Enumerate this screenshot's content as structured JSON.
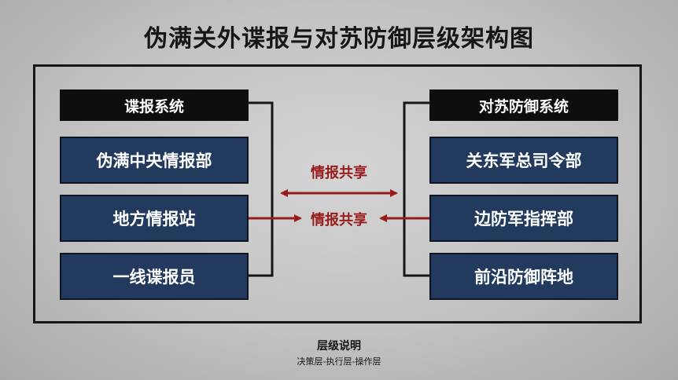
{
  "title": "伪满关外谍报与对苏防御层级架构图",
  "left_system": {
    "header": "谍报系统",
    "nodes": [
      "伪满中央情报部",
      "地方情报站",
      "一线谍报员"
    ]
  },
  "right_system": {
    "header": "对苏防御系统",
    "nodes": [
      "关东军总司令部",
      "边防军指挥部",
      "前沿防御阵地"
    ]
  },
  "links": [
    {
      "label": "情报共享",
      "direction": "bidirectional"
    },
    {
      "label": "情报共享",
      "direction": "converging"
    }
  ],
  "legend": {
    "title": "层级说明",
    "text": "决策层-执行层-操作层"
  },
  "colors": {
    "header_fill": "#0e0e0e",
    "node_fill": "#213a5d",
    "arrow": "#991c1c",
    "line": "#161616"
  }
}
